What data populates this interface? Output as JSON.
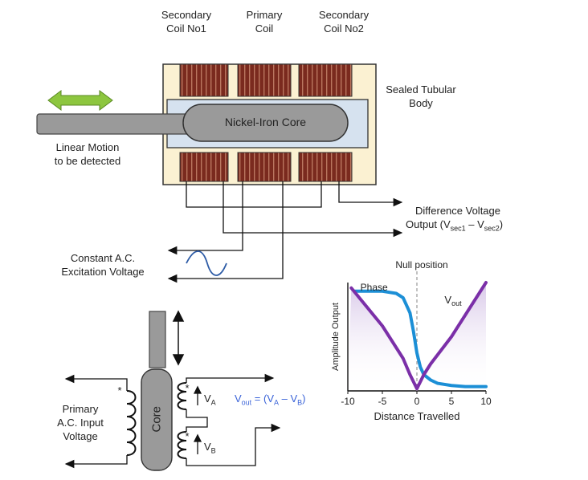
{
  "diagram": {
    "top": {
      "secondary_coil_1": [
        "Secondary",
        "Coil No1"
      ],
      "primary_coil": [
        "Primary",
        "Coil"
      ],
      "secondary_coil_2": [
        "Secondary",
        "Coil No2"
      ],
      "body": [
        "Sealed Tubular",
        "Body"
      ],
      "core": "Nickel-Iron Core",
      "motion": [
        "Linear Motion",
        "to be detected"
      ],
      "output_line1": "Difference Voltage",
      "output_line2_prefix": "Output (V",
      "output_sub1": "sec1",
      "output_mid": " – V",
      "output_sub2": "sec2",
      "output_suffix": ")",
      "excitation": [
        "Constant A.C.",
        "Excitation Voltage"
      ]
    },
    "schematic": {
      "primary_input": [
        "Primary",
        "A.C. Input",
        "Voltage"
      ],
      "core": "Core",
      "star": "*",
      "va_main": "V",
      "va_sub": "A",
      "vb_main": "V",
      "vb_sub": "B",
      "equation": {
        "v": "V",
        "out": "out",
        "eq": " = (V",
        "a": "A",
        "minus": " – V",
        "b": "B",
        "close": ")"
      }
    }
  },
  "colors": {
    "coil_fill": "#7a2a1e",
    "coil_stripe": "#c98a70",
    "body_fill": "#fbf1d2",
    "inner_fill": "#d6e2ef",
    "core_fill": "#9a9a9a",
    "arrow_green": "#8dc63f",
    "equation_blue": "#3a63d8",
    "phase_blue": "#1c8fd6",
    "vout_purple": "#7b2fa8"
  },
  "chart_data": {
    "type": "line",
    "title": "",
    "xlabel": "Distance Travelled",
    "ylabel": "Amplitude Output",
    "xlim": [
      -10,
      10
    ],
    "xticks": [
      -10,
      -5,
      0,
      5,
      10
    ],
    "annotation": "Null position",
    "null_x": 0,
    "series": [
      {
        "name": "Phase",
        "x": [
          -9,
          -7,
          -5,
          -3,
          -2,
          -1,
          -0.5,
          0,
          0.5,
          1,
          2,
          3,
          5,
          7,
          10
        ],
        "y": [
          0.92,
          0.92,
          0.92,
          0.9,
          0.86,
          0.72,
          0.55,
          0.35,
          0.22,
          0.15,
          0.1,
          0.07,
          0.05,
          0.04,
          0.04
        ]
      },
      {
        "name": "V",
        "name_sub": "out",
        "x": [
          -9.5,
          -5,
          -2,
          -1,
          0,
          1,
          2,
          5,
          10
        ],
        "y": [
          0.95,
          0.6,
          0.3,
          0.15,
          0.02,
          0.15,
          0.25,
          0.5,
          1.0
        ]
      }
    ],
    "ylim": [
      0,
      1
    ]
  }
}
